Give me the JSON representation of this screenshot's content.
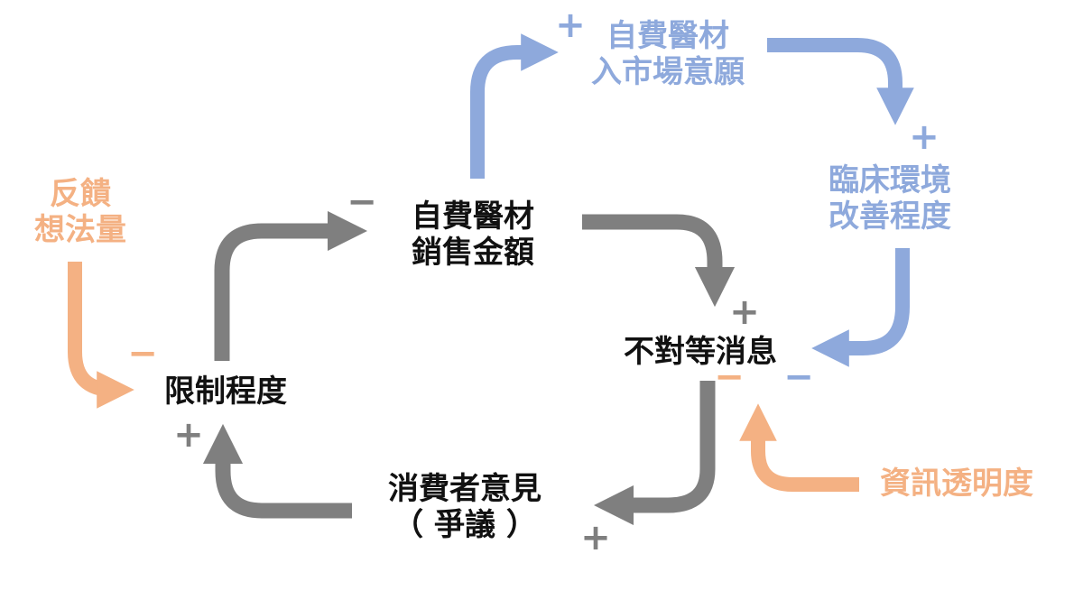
{
  "nodes": {
    "sales_amount": {
      "line1": "自費醫材",
      "line2": "銷售金額"
    },
    "market_entry": {
      "line1": "自費醫材",
      "line2": "入市場意願"
    },
    "clinical_env": {
      "line1": "臨床環境",
      "line2": "改善程度"
    },
    "asymmetry": {
      "line1": "不對等消息"
    },
    "restriction": {
      "line1": "限制程度"
    },
    "consumer_opinion": {
      "line1": "消費者意見",
      "line2": "（ 爭議 ）"
    },
    "feedback": {
      "line1": "反饋",
      "line2": "想法量"
    },
    "transparency": {
      "line1": "資訊透明度"
    }
  },
  "signs": {
    "plus": "+",
    "minus": "−"
  },
  "colors": {
    "core_loop": "#7f7f7f",
    "market_loop": "#8ea9dc",
    "external_inputs": "#f4b183",
    "core_text": "#111111"
  }
}
